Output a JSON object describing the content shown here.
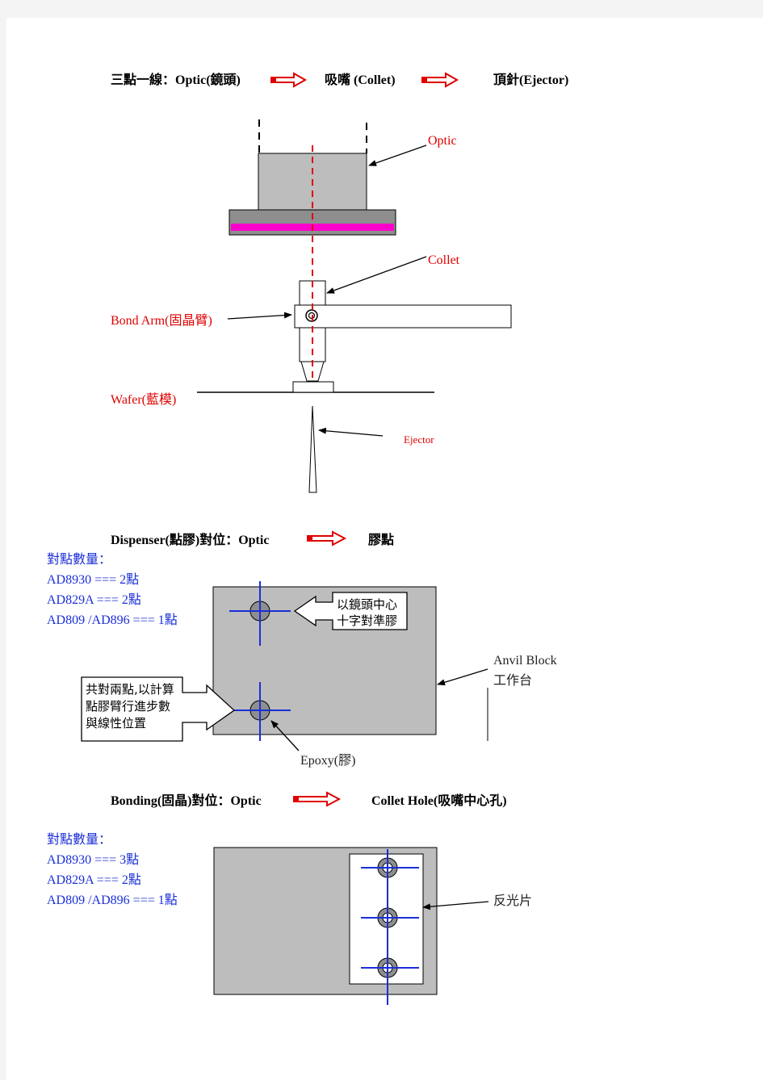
{
  "section1": {
    "title": "三點一線：Optic(鏡頭)",
    "step2": "吸嘴 (Collet)",
    "step3": "頂針(Ejector)",
    "labels": {
      "optic": "Optic",
      "collet": "Collet",
      "bond_arm": "Bond  Arm(固晶臂)",
      "wafer": "Wafer(藍模)",
      "ejector": "Ejector"
    }
  },
  "section2": {
    "title": "Dispenser(點膠)對位：Optic",
    "target": "膠點",
    "count_title": "對點數量：",
    "counts": [
      "AD8930  ===  2點",
      "AD829A  ===  2點",
      "AD809  /AD896  ===  1點"
    ],
    "callout_top": [
      "以鏡頭中心",
      "十字對準膠"
    ],
    "callout_left": [
      "共對兩點,以計算",
      "點膠臂行進步數",
      "與線性位置"
    ],
    "anvil": [
      "Anvil  Block",
      "工作台"
    ],
    "epoxy": "Epoxy(膠)"
  },
  "section3": {
    "title": "Bonding(固晶)對位：Optic",
    "target": "Collet  Hole(吸嘴中心孔)",
    "count_title": "對點數量：",
    "counts": [
      "AD8930  ===  3點",
      "AD829A  ===  2點",
      "AD809  /AD896  ===  1點"
    ],
    "reflector": "反光片"
  },
  "colors": {
    "red": "#e00000",
    "blue": "#1a2ed8",
    "gray": "#bdbdbd",
    "magenta": "#ff00cc"
  }
}
